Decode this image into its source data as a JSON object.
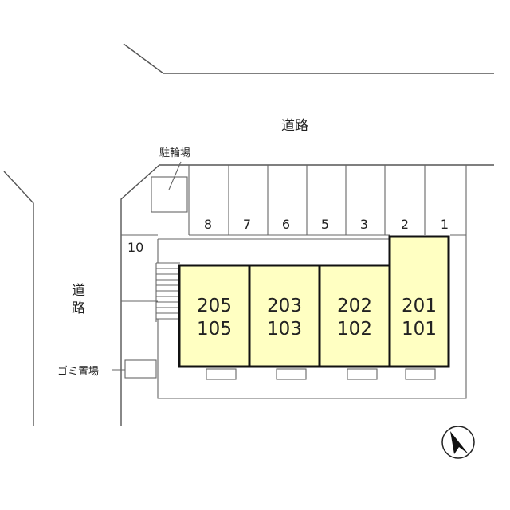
{
  "labels": {
    "road_top": "道路",
    "road_left_1": "道",
    "road_left_2": "路",
    "bicycle_parking": "駐輪場",
    "garbage_area": "ゴミ置場"
  },
  "parking_spaces": [
    "8",
    "7",
    "6",
    "5",
    "3",
    "2",
    "1"
  ],
  "parking_space_left": "10",
  "units": [
    {
      "upper": "205",
      "lower": "105"
    },
    {
      "upper": "203",
      "lower": "103"
    },
    {
      "upper": "202",
      "lower": "102"
    },
    {
      "upper": "201",
      "lower": "101"
    }
  ],
  "compass": {
    "icon": "north-arrow-icon"
  },
  "colors": {
    "building_fill": "#ffffc2",
    "building_stroke": "#111111"
  }
}
